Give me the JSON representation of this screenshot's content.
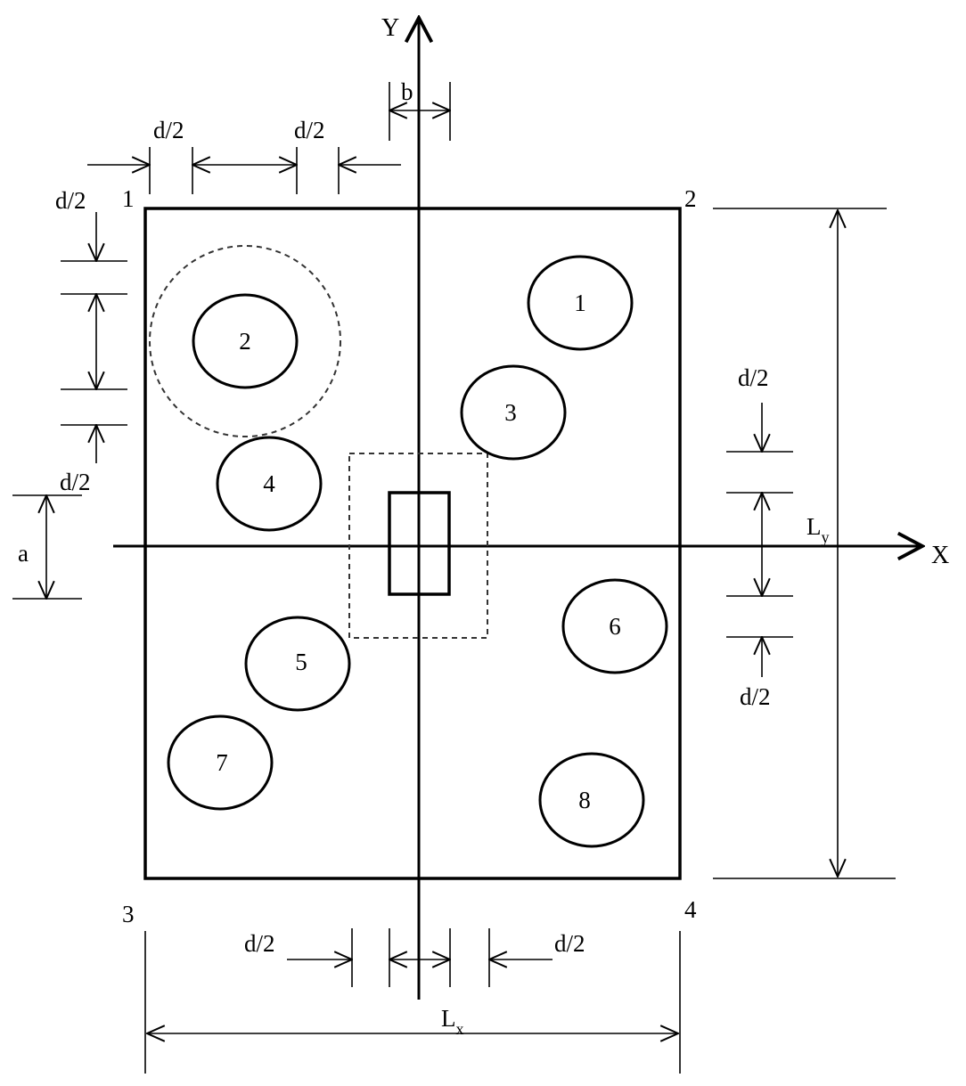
{
  "axes": {
    "x": "X",
    "y": "Y"
  },
  "corners": [
    "1",
    "2",
    "3",
    "4"
  ],
  "piles": [
    "1",
    "2",
    "3",
    "4",
    "5",
    "6",
    "7",
    "8"
  ],
  "dims": {
    "half_d": "d/2",
    "b": "b",
    "a": "a",
    "Lx_main": "L",
    "Lx_sub": "x",
    "Ly_main": "L",
    "Ly_sub": "y"
  }
}
